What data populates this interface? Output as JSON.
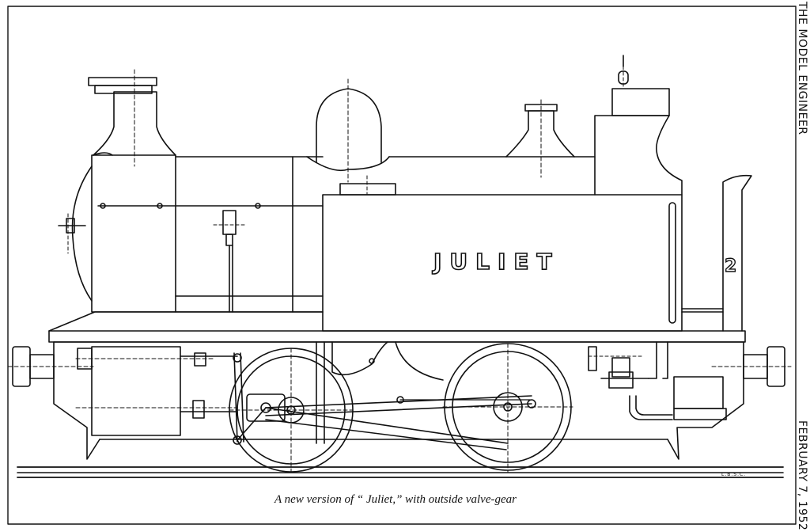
{
  "page": {
    "side_header": "THE MODEL ENGINEER",
    "side_date": "FEBRUARY 7, 1952",
    "caption": "A new version of “ Juliet,” with outside valve-gear"
  },
  "locomotive": {
    "name": "JULIET",
    "number": "2",
    "artist_initials": "L.B.S.C."
  }
}
